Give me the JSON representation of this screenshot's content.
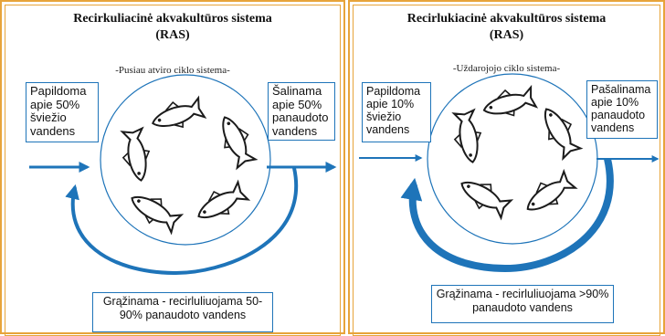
{
  "panels": [
    {
      "title_line1": "Recirkuliacinė akvakultūros sistema",
      "title_line2": "(RAS)",
      "subtitle": "-Pusiau atviro ciklo sistema-",
      "inflow_label": "Papildoma apie 50% šviežio vandens",
      "outflow_label": "Šalinama apie 50% panaudoto vandens",
      "recirculation_label": "Grąžinama - recirluliuojama 50-90% panaudoto vandens"
    },
    {
      "title_line1": "Recirlukiacinė akvakultūros sistema",
      "title_line2": "(RAS)",
      "subtitle": "-Uždarojojo ciklo sistema-",
      "inflow_label": "Papildoma apie 10% šviežio vandens",
      "outflow_label": "Pašalinama apie 10% panaudoto vandens",
      "recirculation_label": "Grąžinama - recirluliuojama >90% panaudoto vandens"
    }
  ],
  "colors": {
    "frame": "#e7a43a",
    "arrow": "#1e74b9",
    "fish": "#1b1b1b"
  },
  "icons": {
    "fish": "fish-icon"
  }
}
